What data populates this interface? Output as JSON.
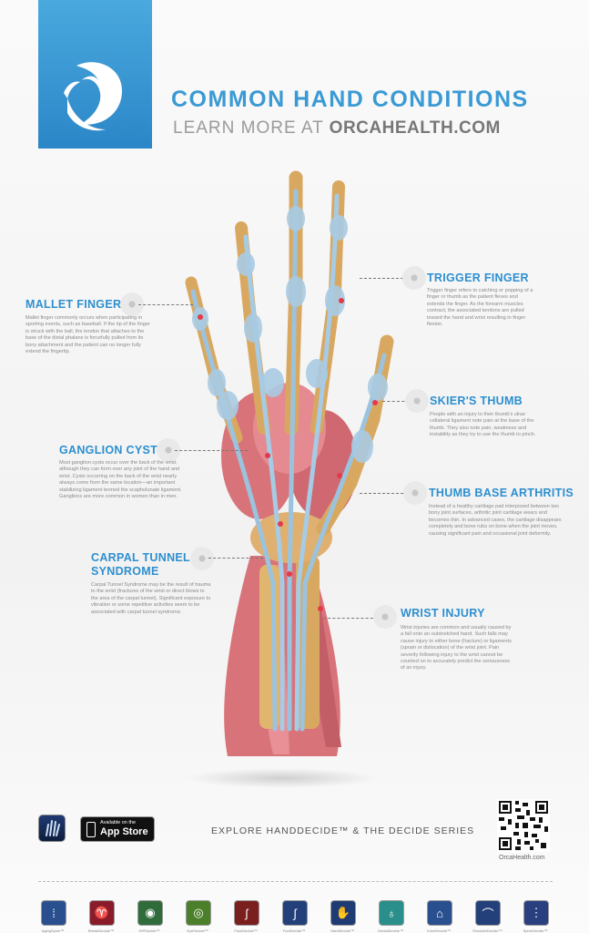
{
  "header": {
    "title": "COMMON HAND CONDITIONS",
    "subtitle_prefix": "LEARN MORE AT ",
    "subtitle_site": "ORCAHEALTH.COM"
  },
  "conditions": {
    "mallet_finger": {
      "title": "MALLET FINGER",
      "description": "Mallet finger commonly occurs when participating in sporting events, such as baseball. If the tip of the finger is struck with the ball, the tendon that attaches to the base of the distal phalanx is forcefully pulled from its bony attachment and the patient can no longer fully extend the fingertip."
    },
    "ganglion_cyst": {
      "title": "GANGLION CYST",
      "description": "Most ganglion cysts occur over the back of the wrist, although they can form over any joint of the hand and wrist. Cysts occurring on the back of the wrist nearly always come from the same location—an important stabilizing ligament termed the scapholunate ligament. Ganglions are more common in women than in men."
    },
    "carpal_tunnel": {
      "title_line1": "CARPAL TUNNEL",
      "title_line2": "SYNDROME",
      "description": "Carpal Tunnel Syndrome may be the result of trauma to the wrist (fractures of the wrist or direct blows to the area of the carpal tunnel). Significant exposure to vibration or some repetitive activities seem to be associated with carpal tunnel syndrome."
    },
    "trigger_finger": {
      "title": "TRIGGER FINGER",
      "description": "Trigger finger refers to catching or popping of a finger or thumb as the patient flexes and extends the finger. As the forearm muscles contract, the associated tendons are pulled toward the hand and wrist resulting in finger flexion."
    },
    "skiers_thumb": {
      "title": "SKIER'S THUMB",
      "description": "People with an injury to their thumb's ulnar collateral ligament note pain at the base of the thumb. They also note pain, weakness and instability as they try to use the thumb to pinch."
    },
    "thumb_base_arthritis": {
      "title": "THUMB BASE ARTHRITIS",
      "description": "Instead of a healthy cartilage pad interposed between two bony joint surfaces, arthritic joint cartilage wears and becomes thin. In advanced cases, the cartilage disappears completely and bone rubs on bone when the joint moves, causing significant pain and occasional joint deformity."
    },
    "wrist_injury": {
      "title": "WRIST INJURY",
      "description": "Wrist injuries are common and usually caused by a fall onto an outstretched hand. Such falls may cause injury to either bone (fracture) or ligaments (sprain or dislocation) of the wrist joint. Pain severity following injury to the wrist cannot be counted on to accurately predict the seriousness of an injury."
    }
  },
  "footer": {
    "appstore_small": "Available on the",
    "appstore_big": "App Store",
    "explore": "EXPLORE HANDDECIDE™ & THE DECIDE SERIES",
    "qr_url": "OrcaHealth.com"
  },
  "series": [
    {
      "name": "AgingSpine™",
      "color": "#2a4f8f"
    },
    {
      "name": "BreastDecide™",
      "color": "#8a1b2a"
    },
    {
      "name": "HIPDecide™",
      "color": "#2f6b3b"
    },
    {
      "name": "EyeDecide™",
      "color": "#4c7f2a"
    },
    {
      "name": "FaceDecide™",
      "color": "#7a1e1e"
    },
    {
      "name": "FootDecide™",
      "color": "#24407a"
    },
    {
      "name": "HandDecide™",
      "color": "#1f3b73"
    },
    {
      "name": "DentalDecide™",
      "color": "#2a8f8a"
    },
    {
      "name": "KneeDecide™",
      "color": "#2a4f8f"
    },
    {
      "name": "ShoulderDecide™",
      "color": "#24407a"
    },
    {
      "name": "SpineDecide™",
      "color": "#2a3f7f"
    }
  ]
}
